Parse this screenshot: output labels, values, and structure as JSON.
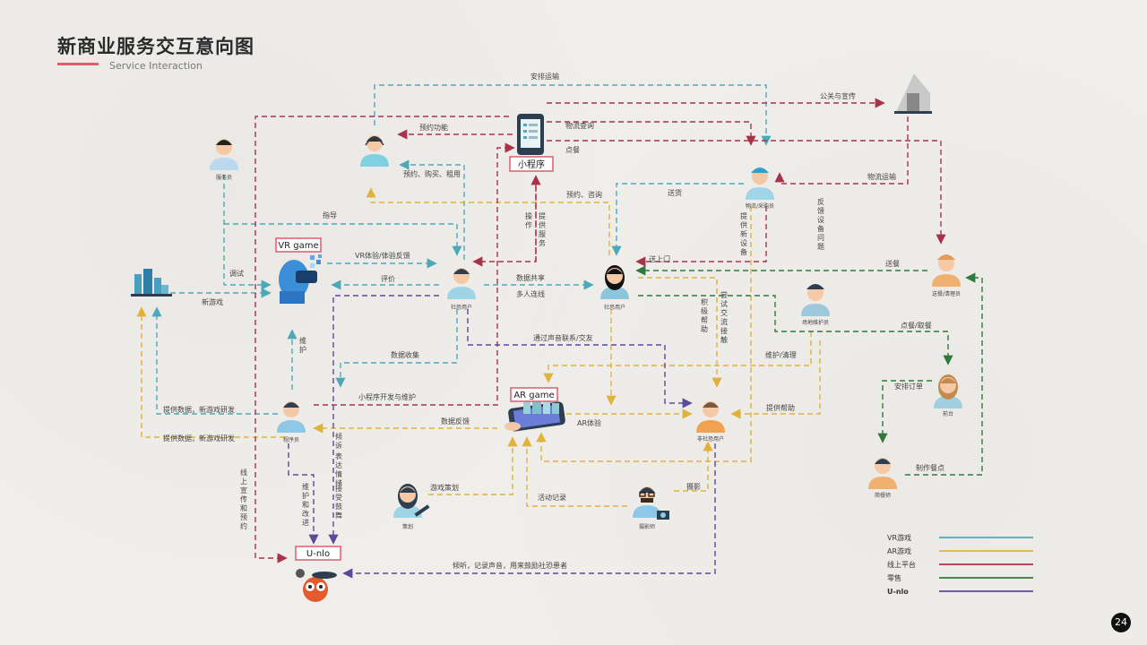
{
  "title": "新商业服务交互意向图",
  "subtitle": "Service Interaction",
  "page_number": "24",
  "colors": {
    "vr": "#4fa8b8",
    "ar": "#e0b23c",
    "online": "#a8324a",
    "retail": "#2e7a3a",
    "unlo": "#5a4a9a",
    "pink": "#e35b6c"
  },
  "tags": {
    "vr_game": "VR game",
    "ar_game": "AR game",
    "mini_program": "小程序",
    "unlo": "U-nlo"
  },
  "nodes": {
    "waiter": "服务员",
    "programmer": "程序员",
    "planner": "策划",
    "photographer": "摄影师",
    "socially_anxious_user": "社恐用户",
    "social_user": "社恐用户",
    "non_anxious_user": "非社恐用户",
    "logistics": "物流/采购员",
    "venue_maintainer": "场地维护员",
    "delivery_cleaner": "送餐/清理员",
    "reception": "前台",
    "chef": "简餐师"
  },
  "edges": {
    "arrange_transport": "安排运输",
    "pr": "公关与宣传",
    "booking_function": "预约功能",
    "logistics_query": "物流查询",
    "order_food": "点餐",
    "book_buy_rent": "预约、购买、租用",
    "logistics_transport": "物流运输",
    "book_consult": "预约、咨询",
    "deliver_goods": "送货",
    "guide": "指导",
    "operate": "操作",
    "provide_service": "提供服务",
    "provide_new_devices": "提供新设备",
    "feedback_device_issues": "反馈设备问题",
    "deliver_to_door": "送上门",
    "deliver_food": "送餐",
    "debug": "调试",
    "vr_feedback": "VR体验/体验反馈",
    "evaluate": "评价",
    "new_game": "新游戏",
    "data_share": "数据共享",
    "multi_connect": "多人连线",
    "try_communicate": "尝试交流接触",
    "active_help": "积极帮助",
    "order_pickup": "点餐/取餐",
    "voice_social": "通过声音联系/交友",
    "maintain": "维护",
    "data_collect": "数据收集",
    "maintain_clean": "维护/清理",
    "arrange_order": "安排订单",
    "provide_data_1": "提供数据，新游戏研发",
    "provide_data_2": "提供数据，新游戏研发",
    "mini_dev": "小程序开发与维护",
    "provide_help": "提供帮助",
    "data_feedback": "数据反馈",
    "ar_experience": "AR体验",
    "confide": "倾诉",
    "express_emotion": "表达情绪",
    "accept_encourage": "接受鼓舞",
    "game_planning": "游戏策划",
    "photograph": "摄影",
    "activity_record": "活动记录",
    "make_meal": "制作餐点",
    "maintain_improve": "维护和改进",
    "online_promo": "线上宣传和预约",
    "listen_record": "倾听，记录声音，用来鼓励社恐患者"
  },
  "legend": [
    {
      "label": "VR游戏",
      "color": "#4fa8b8"
    },
    {
      "label": "AR游戏",
      "color": "#e0b23c"
    },
    {
      "label": "线上平台",
      "color": "#a8324a"
    },
    {
      "label": "零售",
      "color": "#2e7a3a"
    },
    {
      "label": "U-nlo",
      "color": "#5a4a9a"
    }
  ]
}
